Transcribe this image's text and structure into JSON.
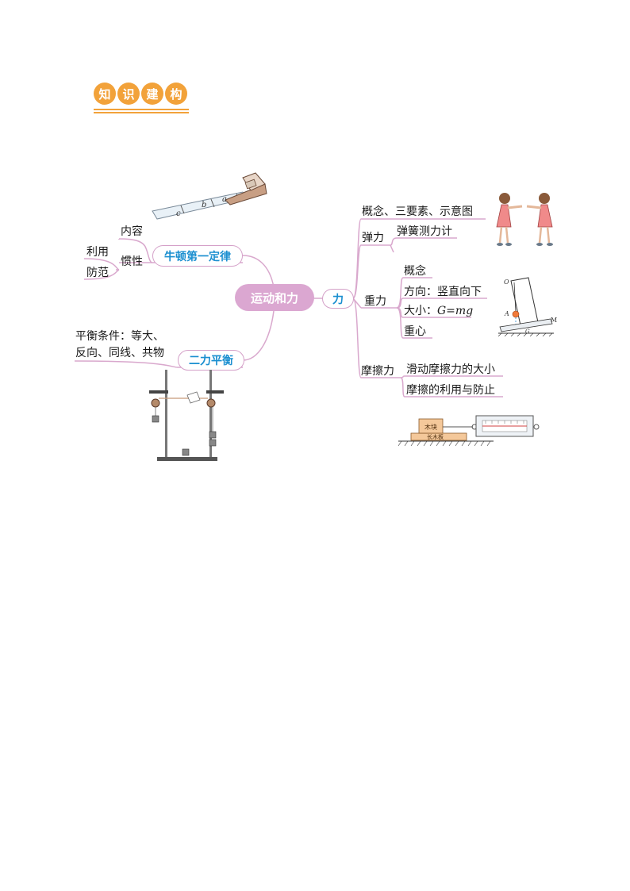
{
  "header": {
    "chars": [
      "知",
      "识",
      "建",
      "构"
    ]
  },
  "center": {
    "label": "运动和力"
  },
  "left": {
    "newton": {
      "label": "牛顿第一定律",
      "content": "内容",
      "inertia": "惯性",
      "use": "利用",
      "prevent": "防范"
    },
    "balance": {
      "label": "二力平衡",
      "condition_line1": "平衡条件：等大、",
      "condition_line2": "反向、同线、共物"
    }
  },
  "right": {
    "force": {
      "label": "力"
    },
    "concept_line": "概念、三要素、示意图",
    "elastic": {
      "label": "弹力",
      "child": "弹簧测力计"
    },
    "gravity": {
      "label": "重力",
      "concept": "概念",
      "direction_label": "方向：",
      "direction_value": "竖直向下",
      "magnitude_label": "大小：",
      "magnitude_formula": "G=mg",
      "center": "重心"
    },
    "friction": {
      "label": "摩擦力",
      "item1": "滑动摩擦力的大小",
      "item2": "摩擦的利用与防止"
    }
  },
  "figures": {
    "ramp_labels": [
      "a",
      "b",
      "c"
    ],
    "pendulum_labels": [
      "O",
      "A",
      "M",
      "G"
    ],
    "friction_block": "木块",
    "friction_board": "长木板"
  },
  "colors": {
    "branch": "#d9a8cd",
    "center_fill": "#dba7d1",
    "accent_blue": "#1b8fd0",
    "header_orange": "#f2a23a"
  }
}
